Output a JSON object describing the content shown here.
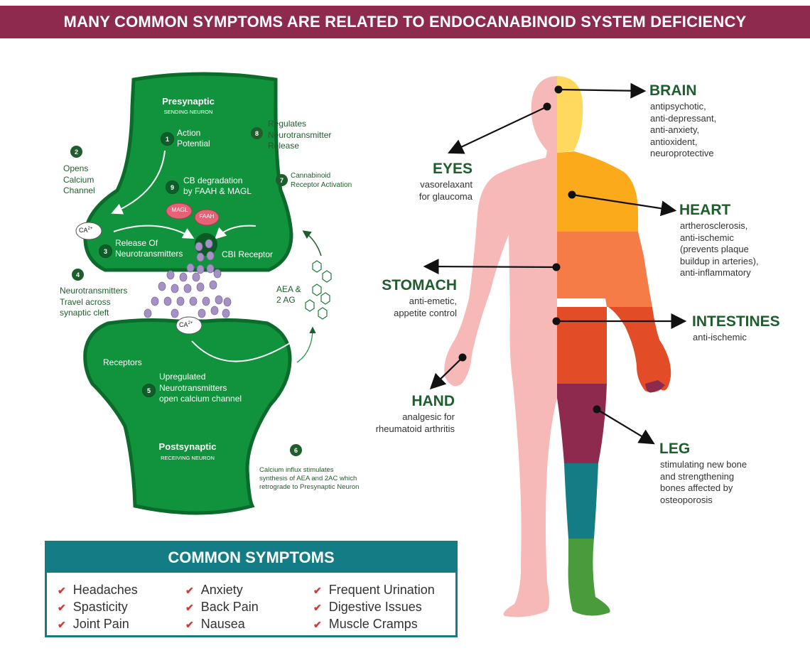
{
  "banner": "MANY COMMON SYMPTOMS ARE RELATED TO ENDOCANABINOID SYSTEM DEFICIENCY",
  "synapse": {
    "presynaptic_title": "Presynaptic",
    "presynaptic_sub": "SENDING NEURON",
    "postsynaptic_title": "Postsynaptic",
    "postsynaptic_sub": "RECEIVING NEURON",
    "step1": "Action\nPotential",
    "step2": "Opens\nCalcium\nChannel",
    "step3": "Release Of\nNeurotransmitters",
    "step4": "Neurotransmitters\nTravel across\nsynaptic cleft",
    "step5": "Upregulated\nNeurotransmitters\nopen calcium channel",
    "step6": "Calcium influx stimulates\nsynthesis of AEA and 2AC which\nretrograde to Presynaptic Neuron",
    "step7": "Cannabinoid\nReceptor Activation",
    "step8": "Regulates\nNeurotransmitter\nRelease",
    "step9": "CB degradation\nby FAAH & MAGL",
    "cb1": "CBI Receptor",
    "receptors": "Receptors",
    "aea": "AEA &\n2 AG",
    "magl": "MAGL",
    "faah": "FAAH",
    "ca": "CA",
    "ca_sup": "2+",
    "nums": [
      "1",
      "2",
      "3",
      "4",
      "5",
      "6",
      "7",
      "8",
      "9"
    ]
  },
  "organs": {
    "brain": {
      "title": "BRAIN",
      "desc": "antipsychotic,\nanti-depressant,\nanti-anxiety,\nantioxident,\nneuroprotective"
    },
    "eyes": {
      "title": "EYES",
      "desc": "vasorelaxant\nfor glaucoma"
    },
    "heart": {
      "title": "HEART",
      "desc": "artherosclerosis,\nanti-ischemic\n(prevents plaque\nbuildup in arteries),\nanti-inflammatory"
    },
    "stomach": {
      "title": "STOMACH",
      "desc": "anti-emetic,\nappetite control"
    },
    "intestines": {
      "title": "INTESTINES",
      "desc": "anti-ischemic"
    },
    "hand": {
      "title": "HAND",
      "desc": "analgesic for\nrheumatoid arthritis"
    },
    "leg": {
      "title": "LEG",
      "desc": "stimulating new bone\nand strengthening\nbones affected by\nosteoporosis"
    }
  },
  "symptoms": {
    "title": "COMMON SYMPTOMS",
    "columns": [
      [
        "Headaches",
        "Spasticity",
        "Joint Pain"
      ],
      [
        "Anxiety",
        "Back Pain",
        "Nausea"
      ],
      [
        "Frequent Urination",
        "Digestive Issues",
        "Muscle Cramps"
      ]
    ]
  },
  "colors": {
    "banner": "#8d2a4e",
    "neuron_green": "#11923c",
    "neuron_outline": "#0b6b2a",
    "teal": "#147c84",
    "skin": "#f7b9b8"
  }
}
